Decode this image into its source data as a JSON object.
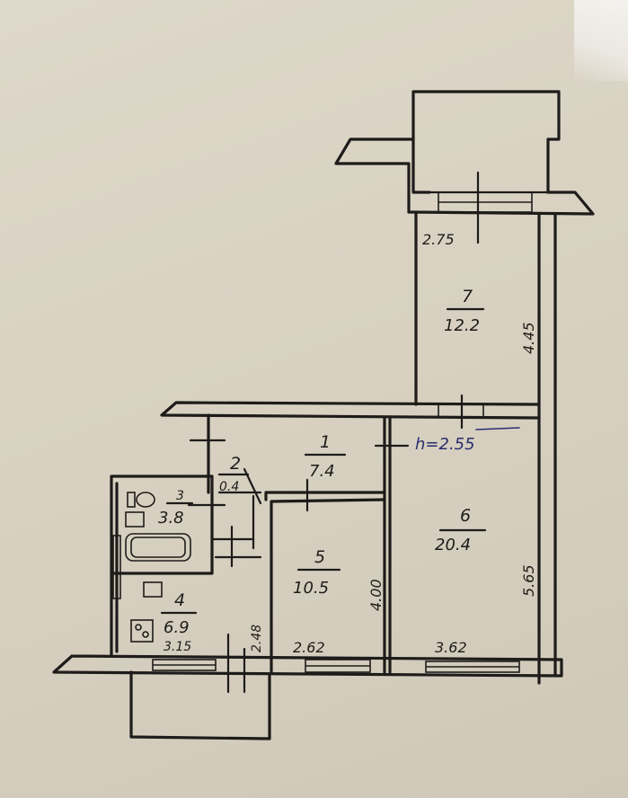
{
  "rooms": [
    {
      "number": "1",
      "area": "7.4"
    },
    {
      "number": "2",
      "area": "0.4"
    },
    {
      "number": "3",
      "area": "3.8"
    },
    {
      "number": "4",
      "area": "6.9"
    },
    {
      "number": "5",
      "area": "10.5"
    },
    {
      "number": "6",
      "area": "20.4"
    },
    {
      "number": "7",
      "area": "12.2"
    }
  ],
  "dimensions": {
    "room7_width": "2.75",
    "room7_length": "4.45",
    "room6_length": "5.65",
    "room6_width": "3.62",
    "room5_length": "4.00",
    "room5_width": "2.62",
    "room4_width": "3.15",
    "room4_length": "2.48"
  },
  "ceiling_height": "h=2.55",
  "colors": {
    "ink": "#1e1c1a",
    "blue_ink": "#2a2e6e",
    "paper": "#d9d2c3"
  }
}
